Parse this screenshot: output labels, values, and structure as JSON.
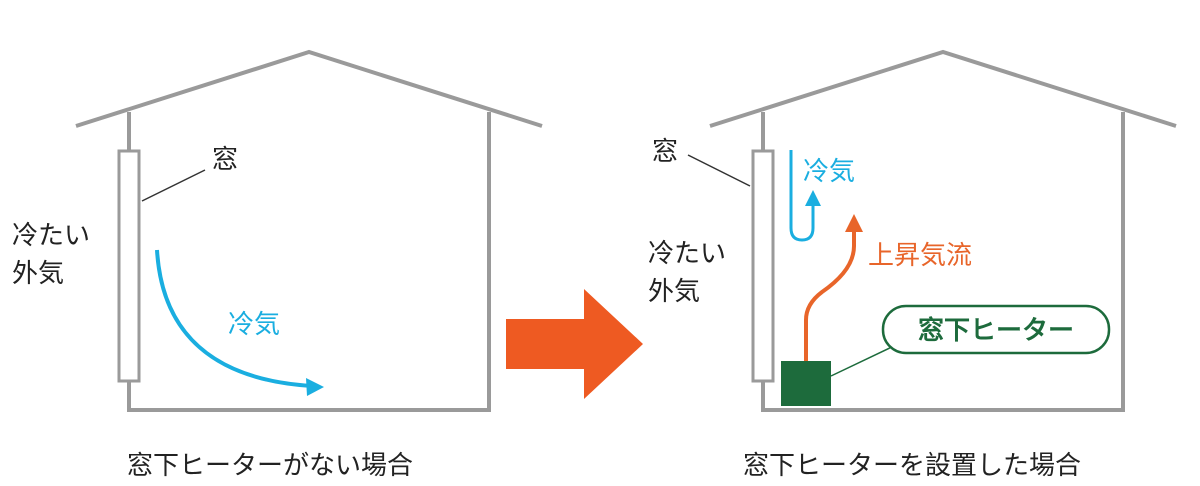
{
  "colors": {
    "house_line": "#9a9a9a",
    "text": "#222222",
    "cold_air": "#1aaee0",
    "updraft": "#e8652a",
    "big_arrow": "#ee5a22",
    "heater": "#1d6b3c",
    "heater_label_border": "#1d6b3c",
    "heater_label_text": "#1d6b3c"
  },
  "left_panel": {
    "window_label": "窓",
    "outside_label_line1": "冷たい",
    "outside_label_line2": "外気",
    "cold_air_label": "冷気",
    "caption": "窓下ヒーターがない場合"
  },
  "right_panel": {
    "window_label": "窓",
    "outside_label_line1": "冷たい",
    "outside_label_line2": "外気",
    "cold_air_label": "冷気",
    "updraft_label": "上昇気流",
    "heater_label": "窓下ヒーター",
    "caption": "窓下ヒーターを設置した場合"
  },
  "icons": {
    "transition_arrow": "right-arrow-icon"
  }
}
